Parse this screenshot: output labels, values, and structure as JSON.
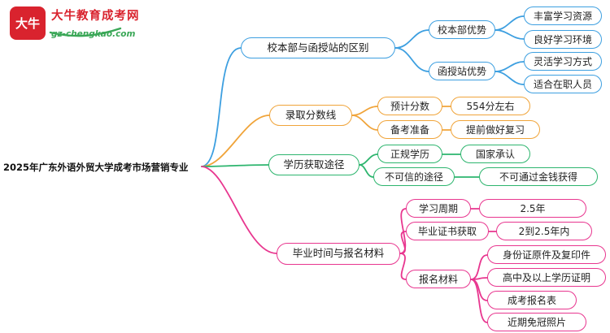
{
  "logo": {
    "icon_text": "大牛",
    "title": "大牛教育成考网",
    "subtitle": "gz-chengkao.com",
    "brand_red": "#d9232e",
    "brand_green": "#3aa757"
  },
  "root": {
    "label": "2025年广东外语外贸大学成考市场营销专业"
  },
  "branches": [
    {
      "label": "校本部与函授站的区别",
      "color": "#3d9fe0",
      "children": [
        {
          "label": "校本部优势",
          "items": [
            "丰富学习资源",
            "良好学习环境"
          ]
        },
        {
          "label": "函授站优势",
          "items": [
            "灵活学习方式",
            "适合在职人员"
          ]
        }
      ]
    },
    {
      "label": "录取分数线",
      "color": "#f0a43a",
      "children": [
        {
          "label": "预计分数",
          "items": [
            "554分左右"
          ]
        },
        {
          "label": "备考准备",
          "items": [
            "提前做好复习"
          ]
        }
      ]
    },
    {
      "label": "学历获取途径",
      "color": "#2db56e",
      "children": [
        {
          "label": "正规学历",
          "items": [
            "国家承认"
          ]
        },
        {
          "label": "不可信的途径",
          "items": [
            "不可通过金钱获得"
          ]
        }
      ]
    },
    {
      "label": "毕业时间与报名材料",
      "color": "#e8368f",
      "children": [
        {
          "label": "学习周期",
          "items": [
            "2.5年"
          ]
        },
        {
          "label": "毕业证书获取",
          "items": [
            "2到2.5年内"
          ]
        },
        {
          "label": "报名材料",
          "items": [
            "身份证原件及复印件",
            "高中及以上学历证明",
            "成考报名表",
            "近期免冠照片"
          ]
        }
      ]
    }
  ]
}
